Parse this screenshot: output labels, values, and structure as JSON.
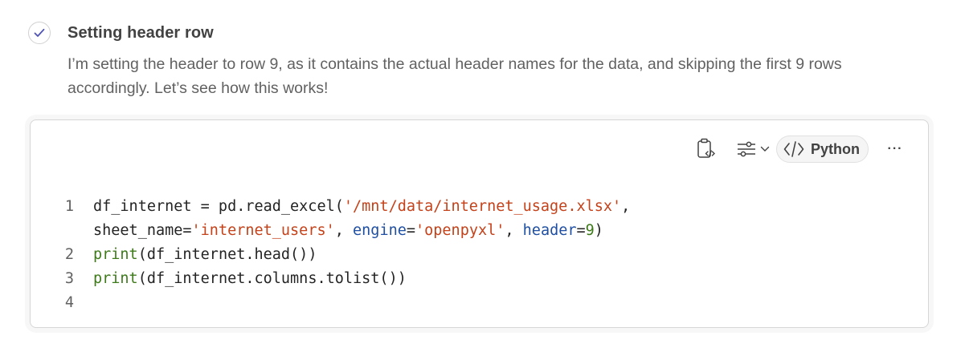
{
  "step": {
    "icon": "check-circle-icon",
    "title": "Setting header row",
    "description": "I’m setting the header to row 9, as it contains the actual header names for the data, and skipping the first 9 rows accordingly. Let’s see how this works!"
  },
  "code_block": {
    "toolbar": {
      "copy_icon": "copy-code-icon",
      "settings_icon": "sliders-icon",
      "chevron_icon": "chevron-down-icon",
      "language_icon": "code-brackets-icon",
      "language_label": "Python",
      "more_label": "···"
    },
    "lines": [
      {
        "number": "1",
        "parts": [
          {
            "text": "df_internet = pd.read_excel(",
            "type": "plain"
          },
          {
            "text": "'/mnt/data/internet_usage.xlsx'",
            "type": "str"
          },
          {
            "text": ",",
            "type": "plain"
          }
        ]
      },
      {
        "number": "",
        "parts": [
          {
            "text": "sheet_name=",
            "type": "plain"
          },
          {
            "text": "'internet_users'",
            "type": "str"
          },
          {
            "text": ", ",
            "type": "plain"
          },
          {
            "text": "engine",
            "type": "kw"
          },
          {
            "text": "=",
            "type": "plain"
          },
          {
            "text": "'openpyxl'",
            "type": "str"
          },
          {
            "text": ", ",
            "type": "plain"
          },
          {
            "text": "header",
            "type": "kw"
          },
          {
            "text": "=",
            "type": "plain"
          },
          {
            "text": "9",
            "type": "num"
          },
          {
            "text": ")",
            "type": "plain"
          }
        ]
      },
      {
        "number": "2",
        "parts": [
          {
            "text": "print",
            "type": "fn"
          },
          {
            "text": "(df_internet.head())",
            "type": "plain"
          }
        ]
      },
      {
        "number": "3",
        "parts": [
          {
            "text": "print",
            "type": "fn"
          },
          {
            "text": "(df_internet.columns.tolist())",
            "type": "plain"
          }
        ]
      },
      {
        "number": "4",
        "parts": []
      }
    ]
  },
  "colors": {
    "check_accent": "#4f52b2",
    "string": "#c4421a",
    "function": "#3e7a1b",
    "keyword": "#1e4fa3"
  }
}
